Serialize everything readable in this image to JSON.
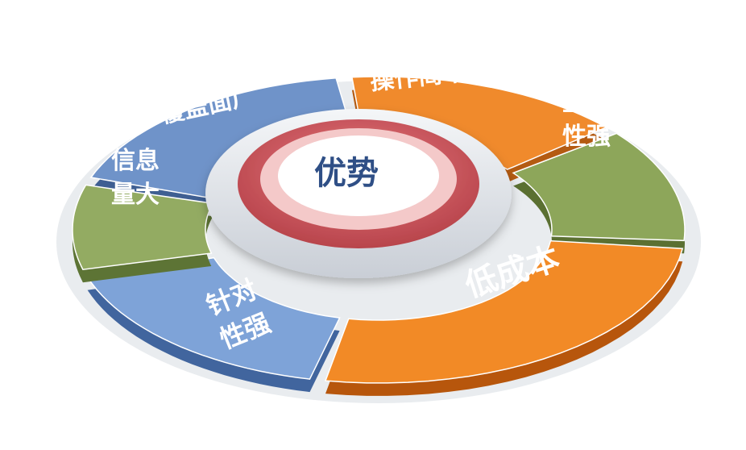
{
  "center": {
    "label": "优势"
  },
  "segments": [
    {
      "id": "coverage",
      "lines": [
        "覆盖面广"
      ],
      "color": "#6f93c9",
      "side": "#3f5f92"
    },
    {
      "id": "easy",
      "lines": [
        "操作简单"
      ],
      "color": "#f08a2c",
      "side": "#b45b12"
    },
    {
      "id": "interactive",
      "lines": [
        "互动",
        "性强"
      ],
      "color": "#8da65a",
      "side": "#5b7032"
    },
    {
      "id": "lowcost",
      "lines": [
        "低成本"
      ],
      "color": "#f28a26",
      "side": "#b7560c"
    },
    {
      "id": "targeted",
      "lines": [
        "针对",
        "性强"
      ],
      "color": "#7ea3d8",
      "side": "#41659e"
    },
    {
      "id": "information",
      "lines": [
        "信息",
        "量大"
      ],
      "color": "#93ab62",
      "side": "#5d7435"
    }
  ],
  "colors": {
    "ring_outer": "#c9555b",
    "ring_inner": "#f3c6c6",
    "disc": "#ffffff",
    "bowl": "#d9dde3"
  }
}
